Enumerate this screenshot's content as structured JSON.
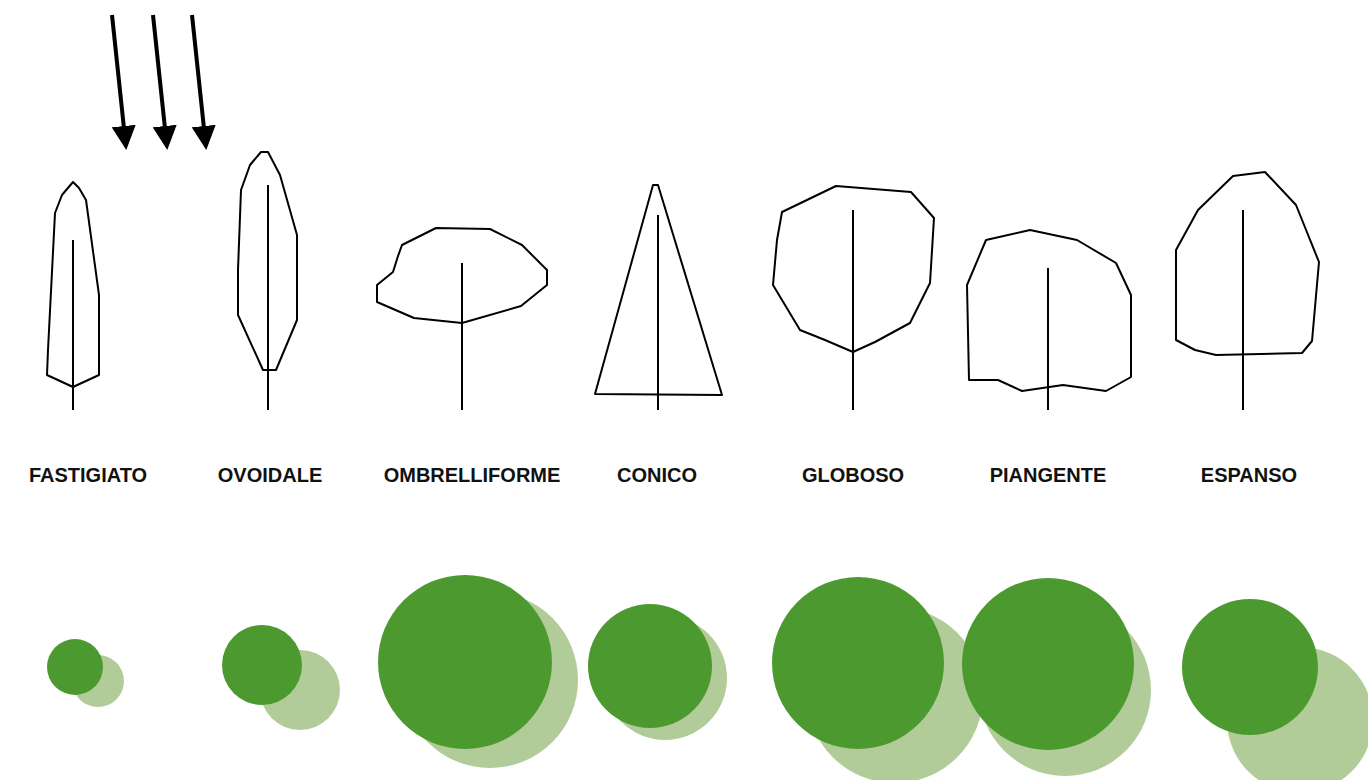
{
  "diagram": {
    "labels": [
      "FASTIGIATO",
      "OVOIDALE",
      "OMBRELLIFORME",
      "CONICO",
      "GLOBOSO",
      "PIANGENTE",
      "ESPANSO"
    ]
  }
}
